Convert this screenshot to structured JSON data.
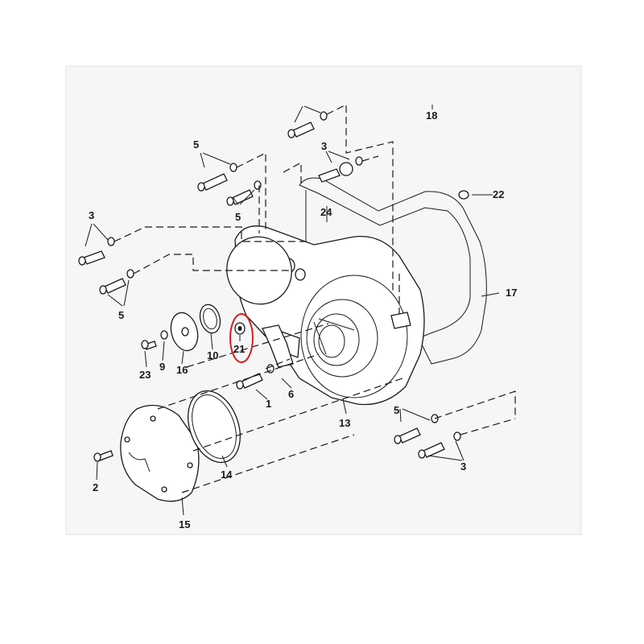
{
  "diagram": {
    "callouts": {
      "c1": "1",
      "c2": "2",
      "c3a": "3",
      "c3b": "3",
      "c3c": "3",
      "c5a": "5",
      "c5b": "5",
      "c5c": "5",
      "c5d": "5",
      "c6": "6",
      "c9": "9",
      "c10": "10",
      "c13": "13",
      "c14": "14",
      "c15": "15",
      "c16": "16",
      "c17": "17",
      "c18": "18",
      "c21": "21",
      "c22": "22",
      "c23": "23",
      "c24": "24"
    },
    "colors": {
      "background": "#f6f6f6",
      "line": "#1a1a1a",
      "highlight": "#d42020"
    }
  }
}
